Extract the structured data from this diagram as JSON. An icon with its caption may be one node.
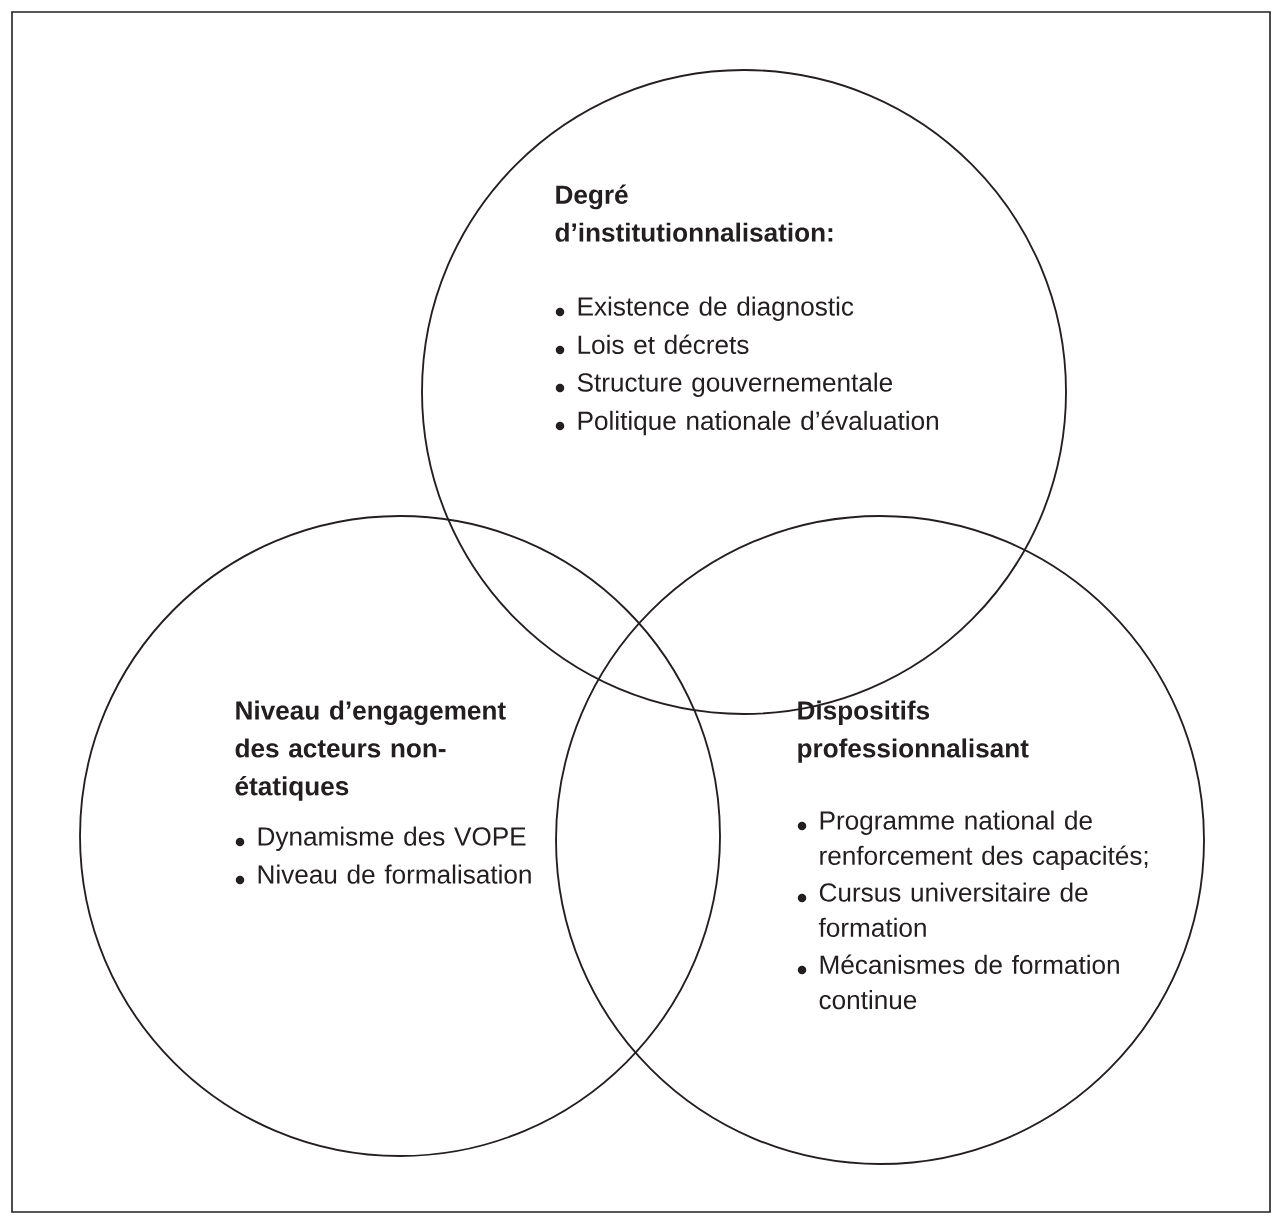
{
  "diagram": {
    "nodes": [
      {
        "text": [
          "Degré d’institutionnalisation:",
          "Existence de diagnostic",
          "Lois et décrets",
          "Structure gouvernementale",
          "Politique nationale d’évaluation"
        ]
      },
      {
        "text": [
          "Niveau d’engagement des acteurs non-étatiques",
          "Dynamisme des VOPE",
          "Niveau de formalisation"
        ]
      },
      {
        "text": [
          "Dispositifs professionnalisant",
          "Programme national de renforcement des capacités;",
          "Cursus universitaire de formation",
          "Mécanismes de formation continue"
        ]
      }
    ]
  }
}
